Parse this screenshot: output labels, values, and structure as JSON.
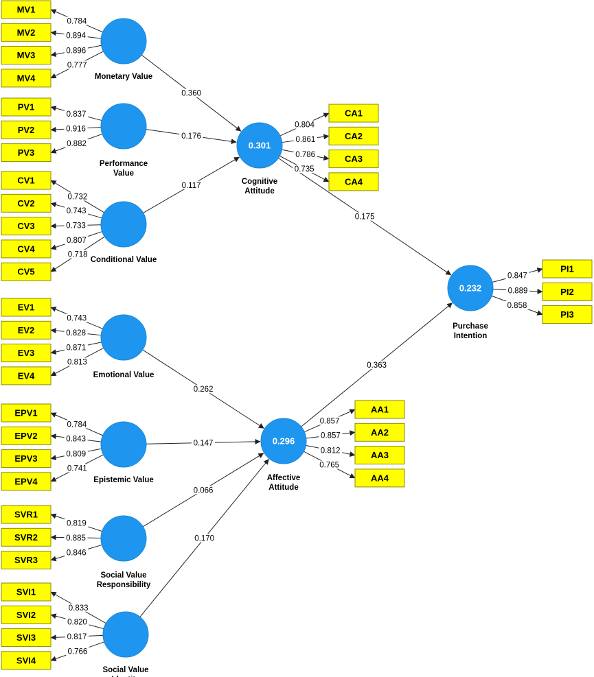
{
  "colors": {
    "latent_fill": "#1e96f0",
    "indicator_fill": "#ffff00",
    "edge": "#222222"
  },
  "latents": [
    {
      "id": "MV",
      "label": [
        "Monetary Value"
      ],
      "r2": ""
    },
    {
      "id": "PV",
      "label": [
        "Performance",
        "Value"
      ],
      "r2": ""
    },
    {
      "id": "CV",
      "label": [
        "Conditional Value"
      ],
      "r2": ""
    },
    {
      "id": "EV",
      "label": [
        "Emotional Value"
      ],
      "r2": ""
    },
    {
      "id": "EPV",
      "label": [
        "Epistemic Value"
      ],
      "r2": ""
    },
    {
      "id": "SVR",
      "label": [
        "Social Value",
        "Responsibility"
      ],
      "r2": ""
    },
    {
      "id": "SVI",
      "label": [
        "Social Value",
        "Identity"
      ],
      "r2": ""
    },
    {
      "id": "CA",
      "label": [
        "Cognitive",
        "Attitude"
      ],
      "r2": "0.301"
    },
    {
      "id": "AA",
      "label": [
        "Affective",
        "Attitude"
      ],
      "r2": "0.296"
    },
    {
      "id": "PI",
      "label": [
        "Purchase",
        "Intention"
      ],
      "r2": "0.232"
    }
  ],
  "indicators": {
    "MV": [
      {
        "name": "MV1",
        "loading": "0.784"
      },
      {
        "name": "MV2",
        "loading": "0.894"
      },
      {
        "name": "MV3",
        "loading": "0.896"
      },
      {
        "name": "MV4",
        "loading": "0.777"
      }
    ],
    "PV": [
      {
        "name": "PV1",
        "loading": "0.837"
      },
      {
        "name": "PV2",
        "loading": "0.916"
      },
      {
        "name": "PV3",
        "loading": "0.882"
      }
    ],
    "CV": [
      {
        "name": "CV1",
        "loading": "0.732"
      },
      {
        "name": "CV2",
        "loading": "0.743"
      },
      {
        "name": "CV3",
        "loading": "0.733"
      },
      {
        "name": "CV4",
        "loading": "0.807"
      },
      {
        "name": "CV5",
        "loading": "0.718"
      }
    ],
    "EV": [
      {
        "name": "EV1",
        "loading": "0.743"
      },
      {
        "name": "EV2",
        "loading": "0.828"
      },
      {
        "name": "EV3",
        "loading": "0.871"
      },
      {
        "name": "EV4",
        "loading": "0.813"
      }
    ],
    "EPV": [
      {
        "name": "EPV1",
        "loading": "0.784"
      },
      {
        "name": "EPV2",
        "loading": "0.843"
      },
      {
        "name": "EPV3",
        "loading": "0.809"
      },
      {
        "name": "EPV4",
        "loading": "0.741"
      }
    ],
    "SVR": [
      {
        "name": "SVR1",
        "loading": "0.819"
      },
      {
        "name": "SVR2",
        "loading": "0.885"
      },
      {
        "name": "SVR3",
        "loading": "0.846"
      }
    ],
    "SVI": [
      {
        "name": "SVI1",
        "loading": "0.833"
      },
      {
        "name": "SVI2",
        "loading": "0.820"
      },
      {
        "name": "SVI3",
        "loading": "0.817"
      },
      {
        "name": "SVI4",
        "loading": "0.766"
      }
    ],
    "CA": [
      {
        "name": "CA1",
        "loading": "0.804"
      },
      {
        "name": "CA2",
        "loading": "0.861"
      },
      {
        "name": "CA3",
        "loading": "0.786"
      },
      {
        "name": "CA4",
        "loading": "0.735"
      }
    ],
    "AA": [
      {
        "name": "AA1",
        "loading": "0.857"
      },
      {
        "name": "AA2",
        "loading": "0.857"
      },
      {
        "name": "AA3",
        "loading": "0.812"
      },
      {
        "name": "AA4",
        "loading": "0.765"
      }
    ],
    "PI": [
      {
        "name": "PI1",
        "loading": "0.847"
      },
      {
        "name": "PI2",
        "loading": "0.889"
      },
      {
        "name": "PI3",
        "loading": "0.858"
      }
    ]
  },
  "paths": [
    {
      "from": "MV",
      "to": "CA",
      "coef": "0.360"
    },
    {
      "from": "PV",
      "to": "CA",
      "coef": "0.176"
    },
    {
      "from": "CV",
      "to": "CA",
      "coef": "0.117"
    },
    {
      "from": "EV",
      "to": "AA",
      "coef": "0.262"
    },
    {
      "from": "EPV",
      "to": "AA",
      "coef": "0.147"
    },
    {
      "from": "SVR",
      "to": "AA",
      "coef": "0.066"
    },
    {
      "from": "SVI",
      "to": "AA",
      "coef": "0.170"
    },
    {
      "from": "CA",
      "to": "PI",
      "coef": "0.175"
    },
    {
      "from": "AA",
      "to": "PI",
      "coef": "0.363"
    }
  ]
}
